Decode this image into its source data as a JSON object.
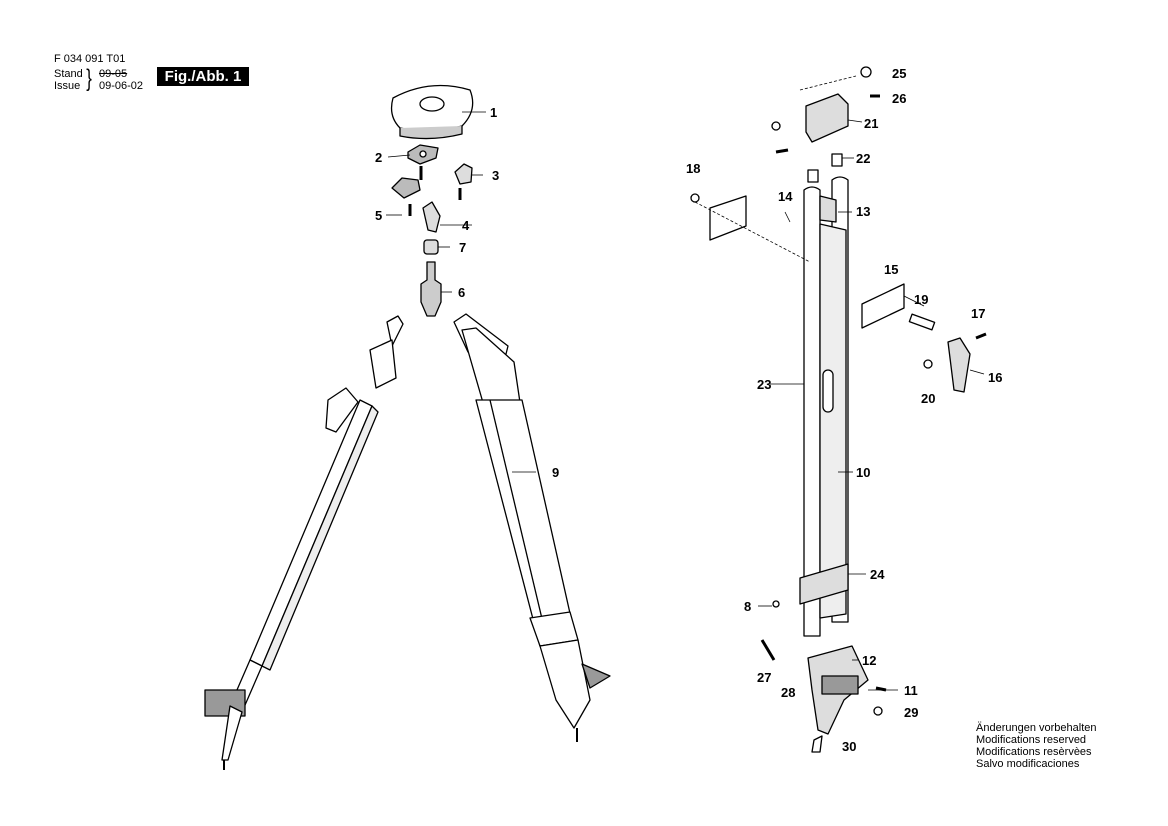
{
  "header": {
    "doc_number": "F 034 091 T01",
    "stand_label": "Stand",
    "issue_label": "Issue",
    "date_old": "09-05",
    "date_new": "09-06-02",
    "figure_label": "Fig./Abb. 1"
  },
  "callouts": [
    "1",
    "2",
    "3",
    "4",
    "5",
    "6",
    "7",
    "8",
    "9",
    "10",
    "11",
    "12",
    "13",
    "14",
    "15",
    "16",
    "17",
    "18",
    "19",
    "20",
    "21",
    "22",
    "23",
    "24",
    "25",
    "26",
    "27",
    "28",
    "29",
    "30"
  ],
  "notes": [
    "Änderungen vorbehalten",
    "Modifications reserved",
    "Modifications resèrvèes",
    "Salvo modificaciones"
  ]
}
